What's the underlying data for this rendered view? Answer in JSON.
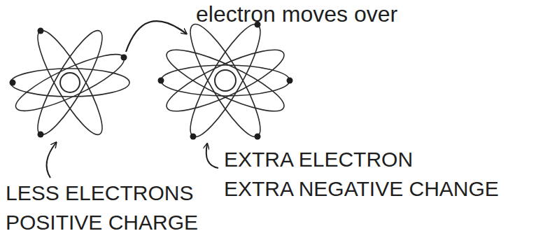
{
  "diagram": {
    "labels": [
      "electron moves over",
      "LESS ELECTRONS",
      "POSITIVE CHARGE",
      "EXTRA ELECTRON",
      "EXTRA NEGATIVE CHANGE"
    ]
  }
}
